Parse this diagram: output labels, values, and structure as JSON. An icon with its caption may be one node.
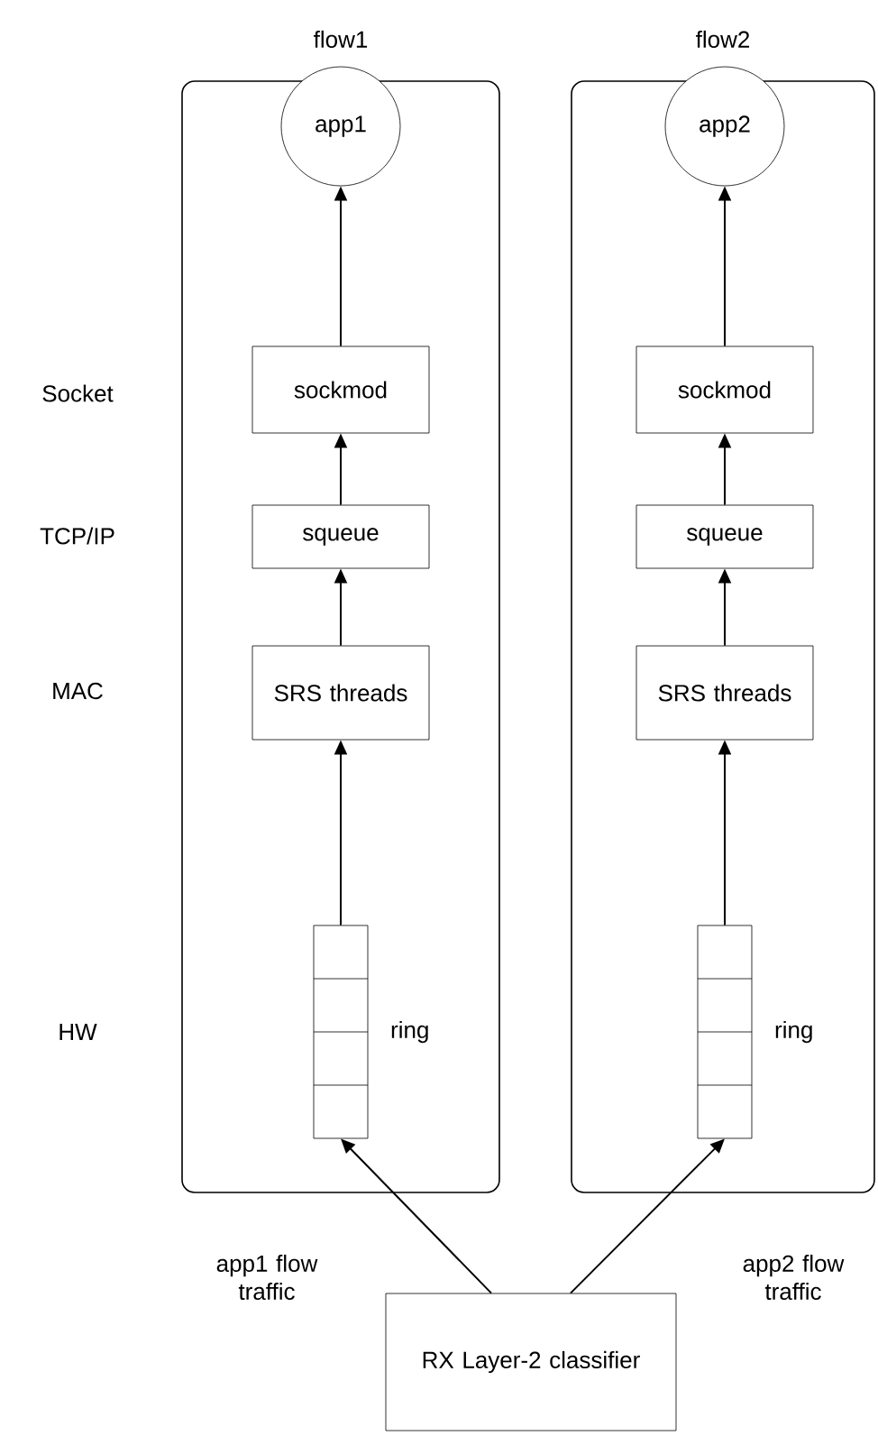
{
  "diagram": {
    "nodes": [
      {
        "text": [
          "flow1"
        ]
      },
      {
        "text": [
          "app1"
        ],
        "in": 0
      },
      {
        "text": [
          "sockmod"
        ],
        "in": 0
      },
      {
        "text": [
          "squeue"
        ],
        "in": 0
      },
      {
        "text": [
          "SRS threads"
        ],
        "in": 0
      },
      {
        "text": [],
        "shape": "box",
        "beside": [
          "ring"
        ],
        "in": 0
      },
      {
        "text": [
          "flow2"
        ]
      },
      {
        "text": [
          "app2"
        ],
        "in": 6
      },
      {
        "text": [
          "sockmod"
        ],
        "in": 6
      },
      {
        "text": [
          "squeue"
        ],
        "in": 6
      },
      {
        "text": [
          "SRS threads"
        ],
        "in": 6
      },
      {
        "text": [],
        "shape": "box",
        "beside": [
          "ring"
        ],
        "in": 6
      },
      {
        "text": [
          "RX Layer-2 classifier"
        ]
      }
    ],
    "edges": [
      {
        "from": 5,
        "to": 4,
        "arrow": "to"
      },
      {
        "from": 4,
        "to": 3,
        "arrow": "to"
      },
      {
        "from": 3,
        "to": 2,
        "arrow": "to"
      },
      {
        "from": 2,
        "to": 1,
        "arrow": "to"
      },
      {
        "from": 11,
        "to": 10,
        "arrow": "to"
      },
      {
        "from": 10,
        "to": 9,
        "arrow": "to"
      },
      {
        "from": 9,
        "to": 8,
        "arrow": "to"
      },
      {
        "from": 8,
        "to": 7,
        "arrow": "to"
      },
      {
        "from": 12,
        "to": 5,
        "arrow": "to",
        "label": "app1 flow traffic"
      },
      {
        "from": 12,
        "to": 11,
        "arrow": "to",
        "label": "app2 flow traffic"
      }
    ],
    "labels": [
      "Socket",
      "TCP/IP",
      "MAC",
      "HW"
    ]
  }
}
